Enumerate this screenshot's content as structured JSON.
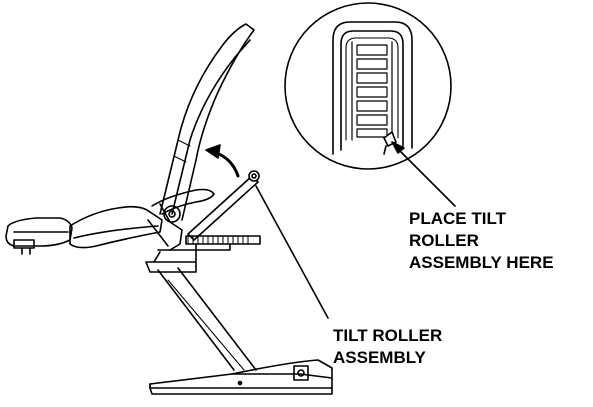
{
  "callouts": {
    "place_here": [
      "PLACE TILT",
      "ROLLER",
      "ASSEMBLY HERE"
    ],
    "tilt_roller": [
      "TILT ROLLER",
      "ASSEMBLY"
    ]
  },
  "colors": {
    "ink": "#000000",
    "paper": "#ffffff"
  }
}
